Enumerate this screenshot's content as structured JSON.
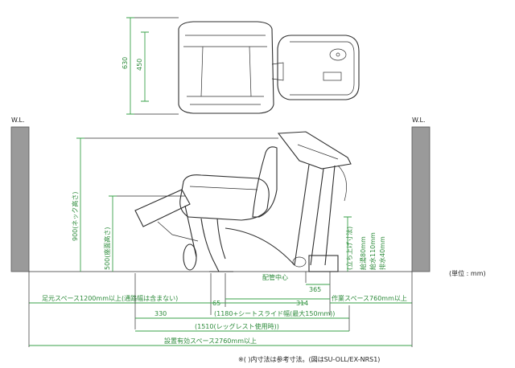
{
  "labels": {
    "wall_left": "W.L.",
    "wall_right": "W.L.",
    "top_depth": "630",
    "top_inner": "450",
    "neck_height": "900(ネック高さ)",
    "seat_height": "500(座面高さ)",
    "standup": "(立ち上げ寸法)",
    "supply_hot": "給湯80mm",
    "supply_water": "給水110mm",
    "drain": "排水40mm",
    "unit": "(単位 : mm)",
    "pipe_center": "配管中心",
    "dim_365": "365",
    "dim_65": "65",
    "dim_314": "314",
    "foot_space": "足元スペース1200mm以上(通路幅は含まない)",
    "work_space": "作業スペース760mm以上",
    "dim_330": "330",
    "slide": "(1180+シートスライド幅(最大150mm))",
    "legrest": "(1510(レッグレスト使用時))",
    "total_space": "設置有効スペース2760mm以上",
    "footnote": "※(  )内寸法は参考寸法。(図はSU-OLL/EX-NRS1)"
  },
  "colors": {
    "dimension": "#3aa24a",
    "ink": "#2f2f2f",
    "wall": "#9a9a9a"
  }
}
